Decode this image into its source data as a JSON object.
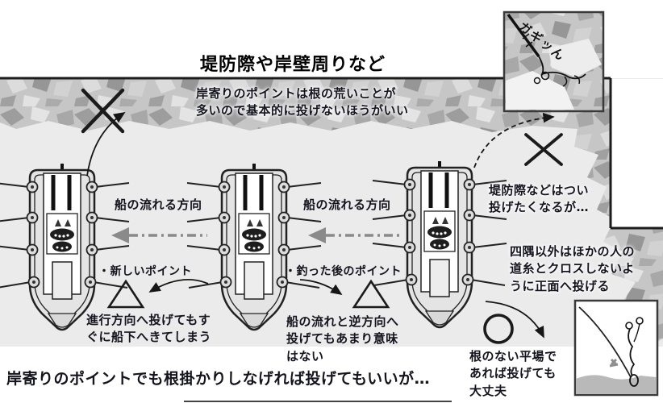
{
  "title": "堤防際や岸壁周りなど",
  "labels": {
    "shore_warning": "岸寄りのポイントは根の荒いことが\n多いので基本的に投げないほうがいい",
    "drift_direction_left": "船の流れる方向",
    "drift_direction_right": "船の流れる方向",
    "new_point": "・新しいポイント",
    "after_point": "・釣った後のポイント",
    "forward_cast_note": "進行方向へ投げてもす\nぐに船下へきてしまう",
    "reverse_cast_note": "船の流れと逆方向へ\n投げてもあまり意味\nはない",
    "embankment_note": "堤防際などはつい\n投げたくなるが…",
    "corners_note": "四隅以外はほかの人の\n道糸とクロスしないよ\nうに正面へ投げる",
    "flat_ok_note": "根のない平場で\nあれば投げても\n大丈夫",
    "bottom_caption": "岸寄りのポイントでも根掛かりしなげれば投げてもいいが…",
    "snag_sfx": "ガギッん"
  },
  "marks": {
    "no_cast_mark": "✕",
    "ok_cast_mark": "○",
    "point_mark": "△",
    "drift_arrow": "←"
  },
  "colors": {
    "water": "#ebebeb",
    "rock_base": "#c6c6c6",
    "rock_dark": "#9a9a9a",
    "rock_light": "#dedede",
    "ink": "#141414",
    "arrow_gray": "#8a8a8a",
    "boat_hull": "#e4e4e4"
  }
}
